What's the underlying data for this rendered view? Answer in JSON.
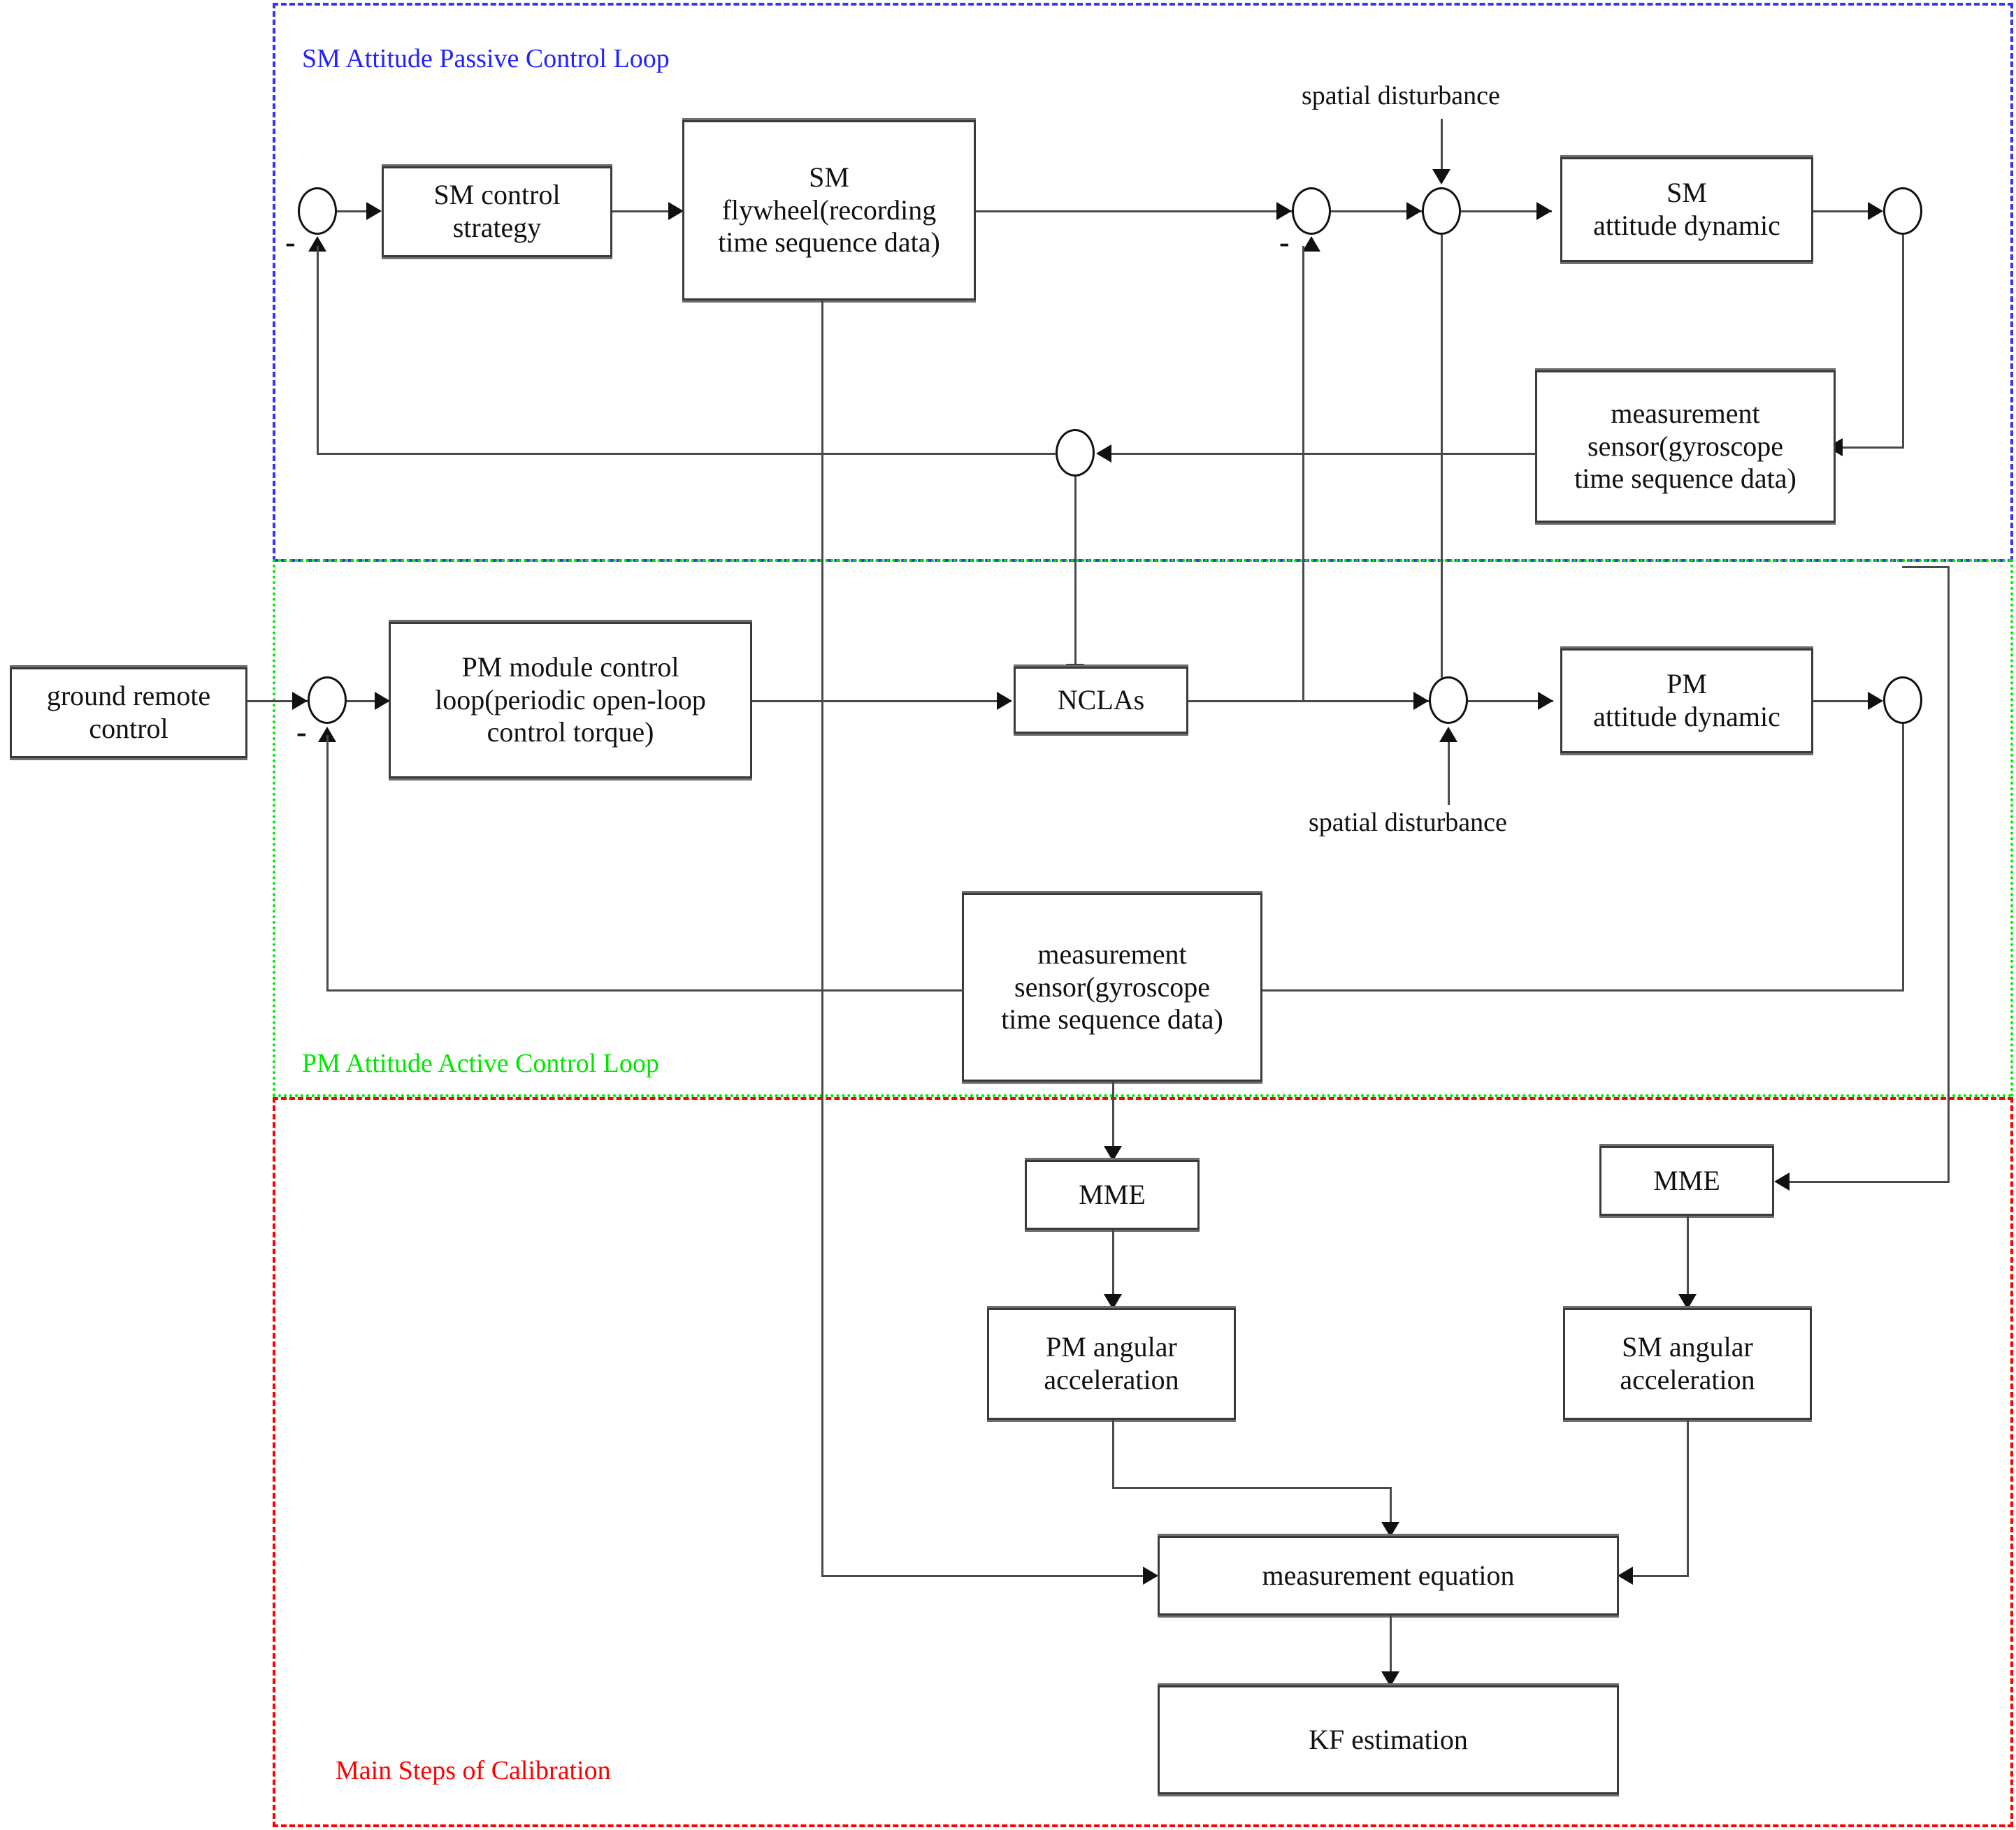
{
  "regions": {
    "sm_loop_label": "SM Attitude Passive Control Loop",
    "pm_loop_label": "PM Attitude Active Control Loop",
    "calibration_label": "Main Steps of Calibration"
  },
  "blocks": {
    "sm_control_strategy": "SM control\nstrategy",
    "sm_flywheel": "SM\nflywheel(recording\ntime sequence data)",
    "sm_attitude_dynamic": "SM\nattitude dynamic",
    "sm_measurement_sensor": "measurement\nsensor(gyroscope\ntime sequence data)",
    "ground_remote_control": "ground remote\ncontrol",
    "pm_module_control_loop": "PM module control\nloop(periodic open-loop\ncontrol torque)",
    "nclas": "NCLAs",
    "pm_attitude_dynamic": "PM\nattitude dynamic",
    "pm_measurement_sensor": "measurement\nsensor(gyroscope\ntime sequence data)",
    "mme_left": "MME",
    "mme_right": "MME",
    "pm_angular_acceleration": "PM angular\nacceleration",
    "sm_angular_acceleration": "SM angular\nacceleration",
    "measurement_equation": "measurement equation",
    "kf_estimation": "KF estimation"
  },
  "annotations": {
    "spatial_disturbance_top": "spatial disturbance",
    "spatial_disturbance_bottom": "spatial disturbance",
    "minus_sm_input": "-",
    "minus_sm_feedback": "-",
    "minus_pm_input": "-"
  },
  "colors": {
    "sm_loop": "#3333ff",
    "pm_loop": "#00e800",
    "calibration": "#ff0000",
    "wire": "#4a4a4a",
    "block_border": "#3a3a3a"
  }
}
